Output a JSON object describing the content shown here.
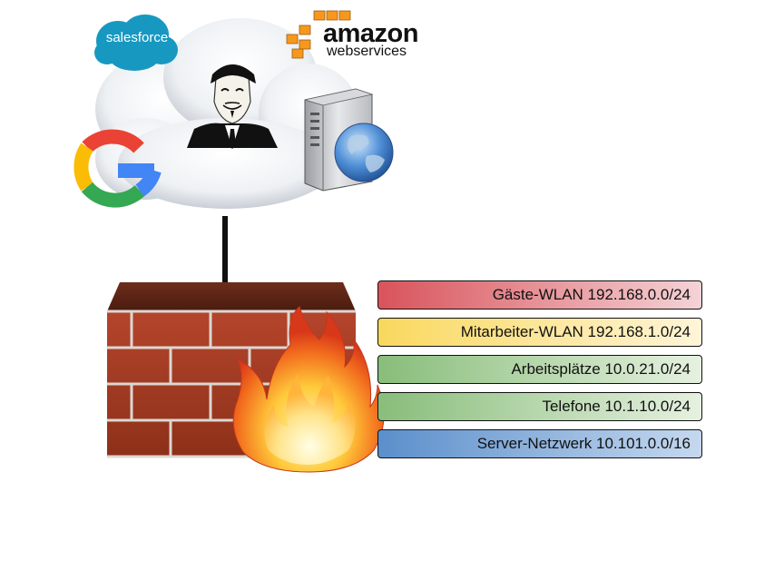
{
  "logos": {
    "salesforce": "salesforce",
    "amazon": "amazon",
    "web_services": "webservices"
  },
  "networks": [
    {
      "label": "Gäste-WLAN 192.168.0.0/24",
      "color_start": "#d9535b",
      "color_end": "#f4d3d6"
    },
    {
      "label": "Mitarbeiter-WLAN 192.168.1.0/24",
      "color_start": "#f9d85e",
      "color_end": "#fff5d8"
    },
    {
      "label": "Arbeitsplätze 10.0.21.0/24",
      "color_start": "#88bd7a",
      "color_end": "#e6f1e0"
    },
    {
      "label": "Telefone 10.1.10.0/24",
      "color_start": "#88bd7a",
      "color_end": "#e6f1e0"
    },
    {
      "label": "Server-Netzwerk 10.101.0.0/16",
      "color_start": "#5b8fcb",
      "color_end": "#c5d8ef"
    }
  ],
  "colors": {
    "salesforce_blue": "#1798c1",
    "aws_orange": "#f7981d",
    "brick": "#a33a24",
    "firewall_top": "#5a2415"
  },
  "icons": [
    "cloud",
    "salesforce-logo",
    "aws-logo",
    "anonymous-mask",
    "server-with-globe",
    "google-logo",
    "firewall",
    "flame"
  ]
}
